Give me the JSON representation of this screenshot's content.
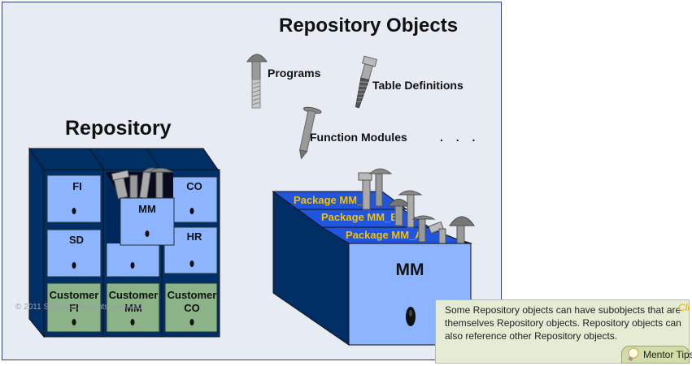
{
  "diagram": {
    "objects_title": "Repository Objects",
    "repository_title": "Repository",
    "object_types": [
      {
        "label": "Programs",
        "icon": "bolt-icon"
      },
      {
        "label": "Table Definitions",
        "icon": "screw-icon"
      },
      {
        "label": "Function Modules",
        "icon": "nail-icon"
      },
      {
        "label": ". . ."
      }
    ],
    "cabinet": {
      "columns": [
        [
          "FI",
          "SD",
          "Customer FI"
        ],
        [
          "MM",
          "",
          "Customer MM"
        ],
        [
          "CO",
          "HR",
          "Customer CO"
        ]
      ],
      "open_drawer": "MM"
    },
    "big_drawer": {
      "label": "MM",
      "packages": [
        "Package MM_C",
        "Package MM_B",
        "Package MM_A"
      ]
    },
    "copyright": "© 2011 SAP AG. All rights reserved.",
    "colors": {
      "panel_bg": "#e7ebf4",
      "cabinet_dark": "#002f65",
      "drawer_blue": "#8db4ff",
      "drawer_green": "#8bb388",
      "package_blue": "#2255dd",
      "package_text": "#f2c200"
    }
  },
  "mentor_tip": {
    "text": "Some Repository objects can have subobjects that are themselves Repository objects. Repository objects can also reference other Repository objects.",
    "click_hint": "Cli",
    "button_label": "Mentor Tips"
  }
}
